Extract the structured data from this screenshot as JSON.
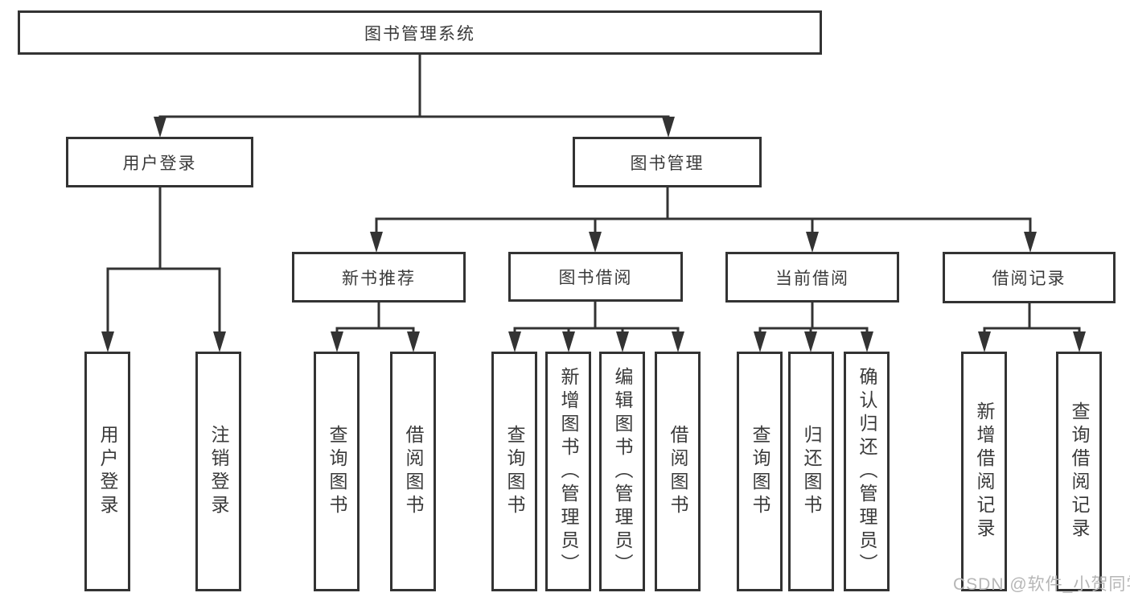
{
  "diagram": {
    "title": "图书管理系统",
    "root": {
      "label": "图书管理系统"
    },
    "level2": [
      {
        "label": "用户登录",
        "parent": "图书管理系统"
      },
      {
        "label": "图书管理",
        "parent": "图书管理系统"
      }
    ],
    "level3": [
      {
        "label": "新书推荐",
        "parent": "图书管理"
      },
      {
        "label": "图书借阅",
        "parent": "图书管理"
      },
      {
        "label": "当前借阅",
        "parent": "图书管理"
      },
      {
        "label": "借阅记录",
        "parent": "图书管理"
      }
    ],
    "leaves": [
      {
        "label": "用户登录",
        "parent": "用户登录"
      },
      {
        "label": "注销登录",
        "parent": "用户登录"
      },
      {
        "label": "查询图书",
        "parent": "新书推荐"
      },
      {
        "label": "借阅图书",
        "parent": "新书推荐"
      },
      {
        "label": "查询图书",
        "parent": "图书借阅"
      },
      {
        "label": "新增图书（管理员）",
        "parent": "图书借阅"
      },
      {
        "label": "编辑图书（管理员）",
        "parent": "图书借阅"
      },
      {
        "label": "借阅图书",
        "parent": "图书借阅"
      },
      {
        "label": "查询图书",
        "parent": "当前借阅"
      },
      {
        "label": "归还图书",
        "parent": "当前借阅"
      },
      {
        "label": "确认归还（管理员）",
        "parent": "当前借阅"
      },
      {
        "label": "新增借阅记录",
        "parent": "借阅记录"
      },
      {
        "label": "查询借阅记录",
        "parent": "借阅记录"
      }
    ]
  },
  "watermark": {
    "text": "CSDN @软件_小贺同学"
  },
  "colors": {
    "line": "#333333",
    "text": "#3a3a3a",
    "watermark": "#b6b6b6",
    "background": "#ffffff"
  }
}
